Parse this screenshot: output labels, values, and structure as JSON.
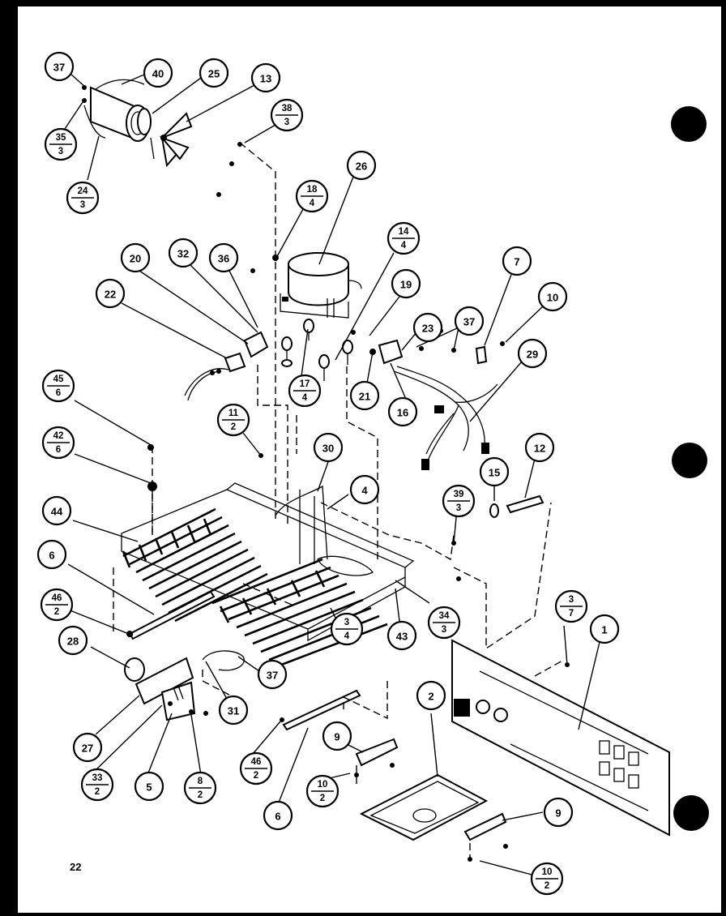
{
  "page_number": "22",
  "callouts": [
    {
      "id": "c37a",
      "label": "37"
    },
    {
      "id": "c40",
      "label": "40"
    },
    {
      "id": "c25",
      "label": "25"
    },
    {
      "id": "c13",
      "label": "13"
    },
    {
      "id": "c35",
      "num": "35",
      "den": "3"
    },
    {
      "id": "c38",
      "num": "38",
      "den": "3"
    },
    {
      "id": "c24",
      "num": "24",
      "den": "3"
    },
    {
      "id": "c26",
      "label": "26"
    },
    {
      "id": "c18",
      "num": "18",
      "den": "4"
    },
    {
      "id": "c14",
      "num": "14",
      "den": "4"
    },
    {
      "id": "c20",
      "label": "20"
    },
    {
      "id": "c32",
      "label": "32"
    },
    {
      "id": "c36",
      "label": "36"
    },
    {
      "id": "c22",
      "label": "22"
    },
    {
      "id": "c7",
      "label": "7"
    },
    {
      "id": "c10a",
      "label": "10"
    },
    {
      "id": "c19",
      "label": "19"
    },
    {
      "id": "c23",
      "label": "23"
    },
    {
      "id": "c37b",
      "label": "37"
    },
    {
      "id": "c29",
      "label": "29"
    },
    {
      "id": "c17",
      "num": "17",
      "den": "4"
    },
    {
      "id": "c21",
      "label": "21"
    },
    {
      "id": "c16",
      "label": "16"
    },
    {
      "id": "c45",
      "num": "45",
      "den": "6"
    },
    {
      "id": "c11",
      "num": "11",
      "den": "2"
    },
    {
      "id": "c42",
      "num": "42",
      "den": "6"
    },
    {
      "id": "c30",
      "label": "30"
    },
    {
      "id": "c12",
      "label": "12"
    },
    {
      "id": "c15",
      "label": "15"
    },
    {
      "id": "c4",
      "label": "4"
    },
    {
      "id": "c39",
      "num": "39",
      "den": "3"
    },
    {
      "id": "c44",
      "label": "44"
    },
    {
      "id": "c6a",
      "label": "6"
    },
    {
      "id": "c46a",
      "num": "46",
      "den": "2"
    },
    {
      "id": "c34",
      "num": "34",
      "den": "3"
    },
    {
      "id": "c43",
      "label": "43"
    },
    {
      "id": "c3_7",
      "num": "3",
      "den": "7"
    },
    {
      "id": "c1",
      "label": "1"
    },
    {
      "id": "c28",
      "label": "28"
    },
    {
      "id": "c37c",
      "label": "37"
    },
    {
      "id": "c3_4",
      "num": "3",
      "den": "4"
    },
    {
      "id": "c31",
      "label": "31"
    },
    {
      "id": "c2",
      "label": "2"
    },
    {
      "id": "c27",
      "label": "27"
    },
    {
      "id": "c9a",
      "label": "9"
    },
    {
      "id": "c33",
      "num": "33",
      "den": "2"
    },
    {
      "id": "c5",
      "label": "5"
    },
    {
      "id": "c8",
      "num": "8",
      "den": "2"
    },
    {
      "id": "c46b",
      "num": "46",
      "den": "2"
    },
    {
      "id": "c10b",
      "num": "10",
      "den": "2"
    },
    {
      "id": "c6b",
      "label": "6"
    },
    {
      "id": "c9b",
      "label": "9"
    },
    {
      "id": "c10c",
      "num": "10",
      "den": "2"
    }
  ]
}
